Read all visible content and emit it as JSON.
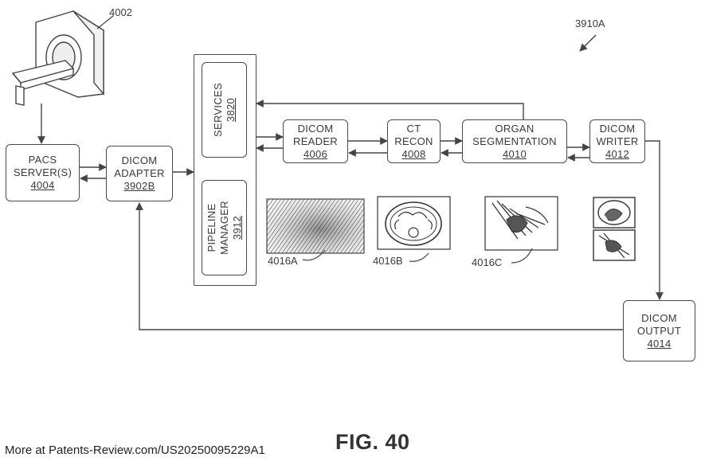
{
  "figure": {
    "title": "FIG. 40",
    "ref": "3910A"
  },
  "footer": "More at Patents-Review.com/US20250095229A1",
  "scanner": {
    "ref": "4002"
  },
  "nodes": {
    "pacs": {
      "lines": [
        "PACS",
        "SERVER(S)"
      ],
      "ref": "4004"
    },
    "adapter": {
      "lines": [
        "DICOM",
        "ADAPTER"
      ],
      "ref": "3902B"
    },
    "services": {
      "label": "SERVICES",
      "ref": "3820"
    },
    "pipeline": {
      "lines": [
        "PIPELINE",
        "MANAGER"
      ],
      "ref": "3912"
    },
    "reader": {
      "lines": [
        "DICOM",
        "READER"
      ],
      "ref": "4006"
    },
    "recon": {
      "lines": [
        "CT",
        "RECON"
      ],
      "ref": "4008"
    },
    "organ": {
      "lines": [
        "ORGAN",
        "SEGMENTATION"
      ],
      "ref": "4010"
    },
    "writer": {
      "lines": [
        "DICOM",
        "WRITER"
      ],
      "ref": "4012"
    },
    "output": {
      "lines": [
        "DICOM",
        "OUTPUT"
      ],
      "ref": "4014"
    }
  },
  "images": {
    "a": "4016A",
    "b": "4016B",
    "c": "4016C"
  }
}
